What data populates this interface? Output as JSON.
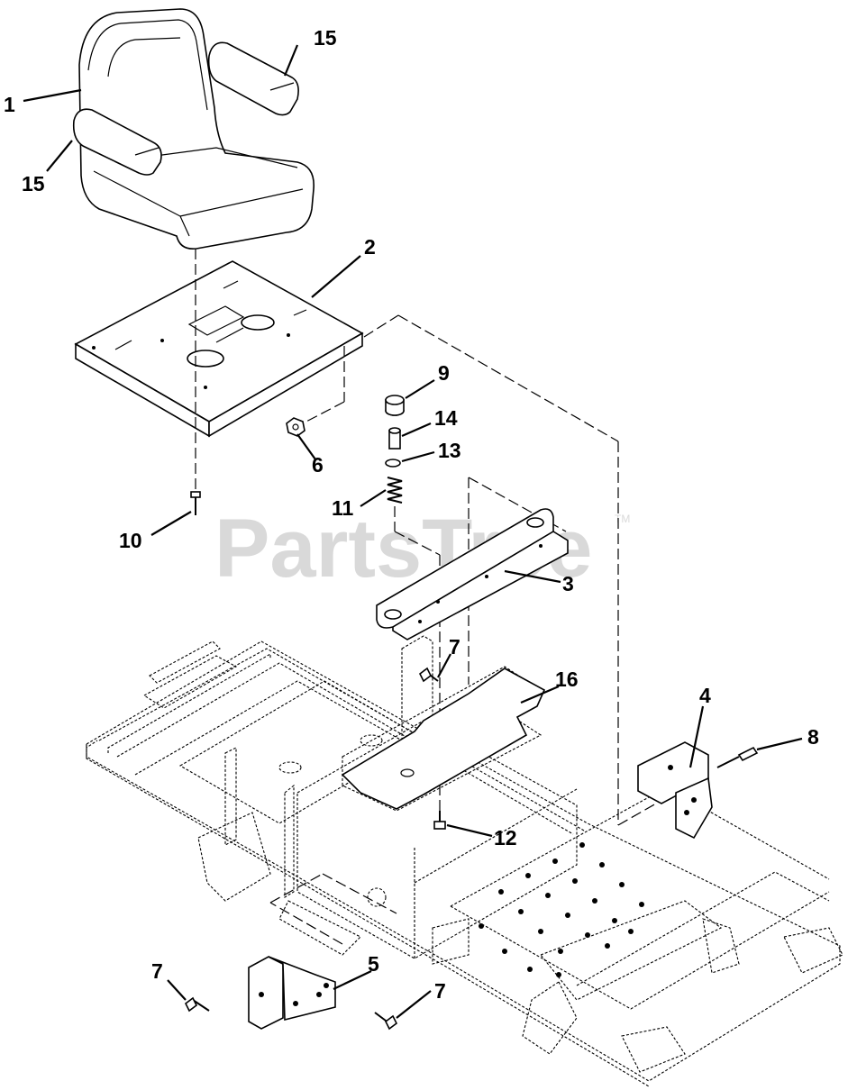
{
  "watermark": {
    "text": "PartsTree",
    "trademark": "TM"
  },
  "callouts": {
    "c1": "1",
    "c15a": "15",
    "c15b": "15",
    "c2": "2",
    "c9": "9",
    "c14": "14",
    "c13": "13",
    "c11": "11",
    "c6": "6",
    "c10": "10",
    "c3": "3",
    "c7a": "7",
    "c16": "16",
    "c4": "4",
    "c8": "8",
    "c12": "12",
    "c5": "5",
    "c7b": "7",
    "c7c": "7"
  }
}
